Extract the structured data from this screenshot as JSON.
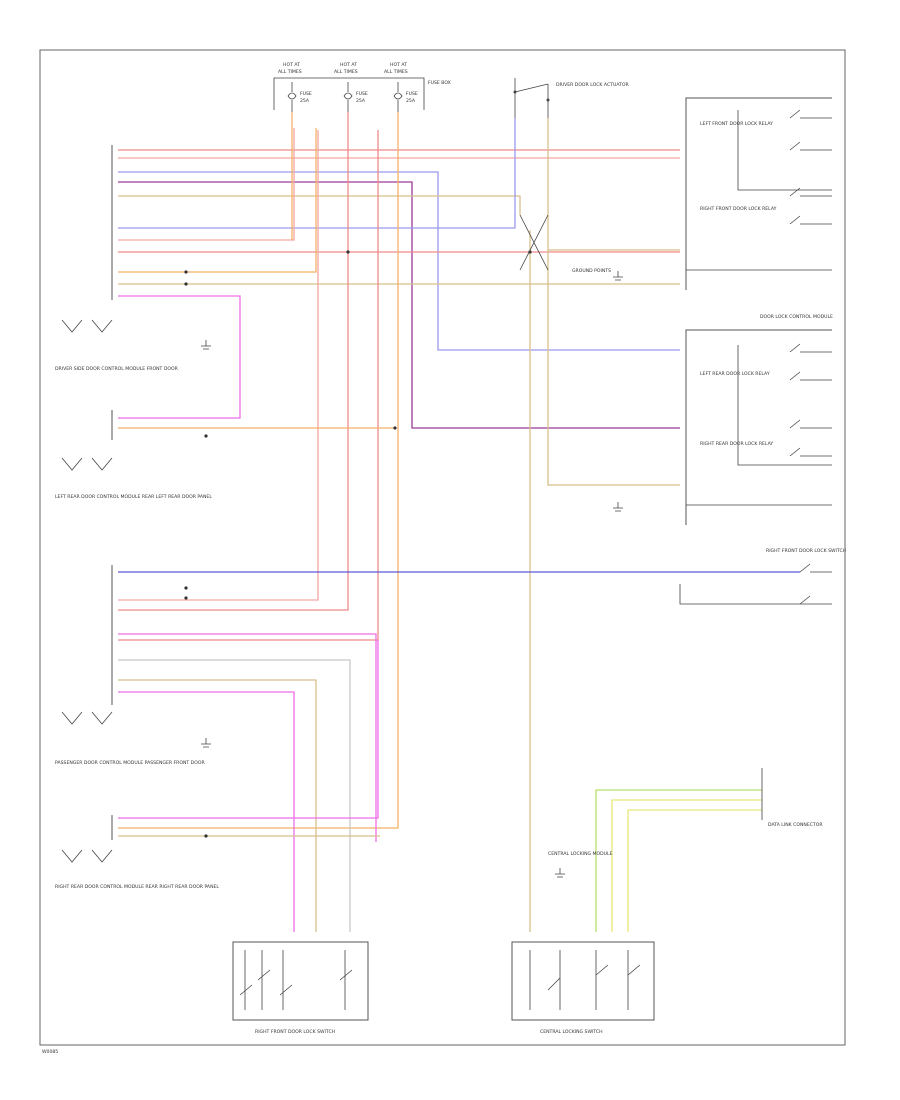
{
  "colors": {
    "red_white": "#f08a8a",
    "red_yellow": "#f5a8a0",
    "blue": "#5a5ad8",
    "blue_light": "#9a9aee",
    "tan": "#d8c08a",
    "orange": "#f5b066",
    "pink": "#ee6ee8",
    "purple": "#9a3a9a",
    "green_yellow": "#b6e06a",
    "yellow": "#e6e67a",
    "gray": "#c8c8c8",
    "black": "#444444"
  },
  "labels": {
    "fuse_boxes": [
      {
        "line1": "HOT AT",
        "line2": "ALL TIMES"
      },
      {
        "line1": "HOT AT",
        "line2": "ALL TIMES"
      },
      {
        "line1": "HOT AT",
        "line2": "ALL TIMES"
      }
    ],
    "fuse_box_label": "FUSE BOX",
    "fuses": [
      "FUSE",
      "FUSE",
      "FUSE"
    ],
    "fuse_sub": "25A",
    "driver_door_lock_actuator": "DRIVER DOOR LOCK ACTUATOR",
    "lock_relay_1": "LEFT FRONT DOOR LOCK RELAY",
    "lock_relay_2": "RIGHT FRONT DOOR LOCK RELAY",
    "lock_relay_3": "LEFT REAR DOOR LOCK RELAY",
    "lock_relay_4": "RIGHT REAR DOOR LOCK RELAY",
    "door_lock_control_module": "DOOR LOCK CONTROL MODULE",
    "ground_points": "GROUND POINTS",
    "central_lock_module_top": "CENTRAL LOCKING MODULE",
    "driver_side_door": "DRIVER SIDE DOOR CONTROL MODULE FRONT DOOR",
    "left_rear_door": "LEFT REAR DOOR CONTROL MODULE REAR LEFT REAR DOOR PANEL",
    "passenger_door": "PASSENGER DOOR CONTROL MODULE PASSENGER FRONT DOOR",
    "right_rear_door": "RIGHT REAR DOOR CONTROL MODULE REAR RIGHT REAR DOOR PANEL",
    "right_front_lock_switch": "RIGHT FRONT DOOR LOCK SWITCH",
    "central_lock_switch": "CENTRAL LOCKING SWITCH",
    "data_link": "DATA LINK CONNECTOR",
    "footer_code": "W0085"
  }
}
